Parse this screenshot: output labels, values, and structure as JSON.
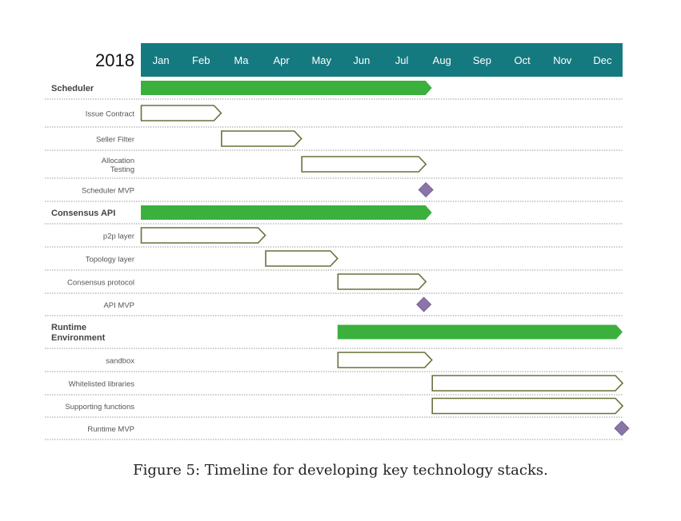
{
  "chart_data": {
    "type": "gantt",
    "year_label": "2018",
    "months": [
      "Jan",
      "Feb",
      "Ma",
      "Apr",
      "May",
      "Jun",
      "Jul",
      "Aug",
      "Sep",
      "Oct",
      "Nov",
      "Dec"
    ],
    "x_unit": "months",
    "xlim": [
      0,
      12
    ],
    "colors": {
      "header": "#157a80",
      "group_bar": "#3cb03c",
      "task_outline": "#6b6f3a",
      "milestone": "#8a75a8",
      "row_label": "#555555",
      "group_label": "#444444"
    },
    "rows": [
      {
        "label": "Scheduler",
        "kind": "group",
        "start": 0,
        "end": 7.25
      },
      {
        "label": "Issue Contract",
        "kind": "task",
        "start": 0,
        "end": 2
      },
      {
        "label": "Seller Filter",
        "kind": "task",
        "start": 2,
        "end": 4
      },
      {
        "label": "Allocation\nTesting",
        "kind": "task",
        "start": 4,
        "end": 7.1
      },
      {
        "label": "Scheduler MVP",
        "kind": "milestone",
        "at": 7.1
      },
      {
        "label": "Consensus API",
        "kind": "group",
        "start": 0,
        "end": 7.25
      },
      {
        "label": "p2p layer",
        "kind": "task",
        "start": 0,
        "end": 3.1
      },
      {
        "label": "Topology layer",
        "kind": "task",
        "start": 3.1,
        "end": 4.9
      },
      {
        "label": "Consensus protocol",
        "kind": "task",
        "start": 4.9,
        "end": 7.1
      },
      {
        "label": "API MVP",
        "kind": "milestone",
        "at": 7.05
      },
      {
        "label": "Runtime\nEnvironment",
        "kind": "group",
        "start": 4.9,
        "end": 12
      },
      {
        "label": "sandbox",
        "kind": "task",
        "start": 4.9,
        "end": 7.25
      },
      {
        "label": "Whitelisted libraries",
        "kind": "task",
        "start": 7.25,
        "end": 12
      },
      {
        "label": "Supporting functions",
        "kind": "task",
        "start": 7.25,
        "end": 12
      },
      {
        "label": "Runtime MVP",
        "kind": "milestone",
        "at": 12
      }
    ]
  },
  "caption": "Figure 5: Timeline for developing key technology stacks."
}
